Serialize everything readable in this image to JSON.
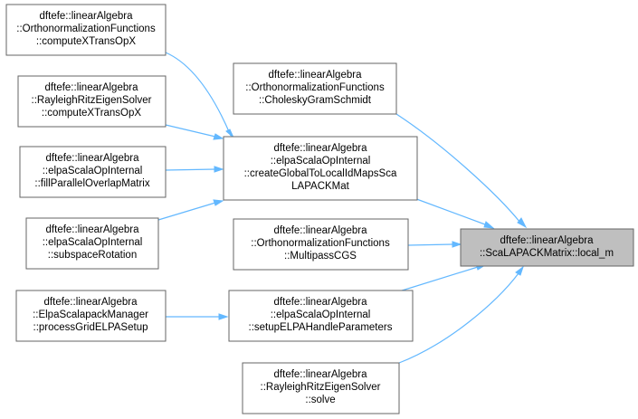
{
  "nodes": {
    "local_m": [
      "dftefe::linearAlgebra",
      "::ScaLAPACKMatrix::local_m"
    ],
    "ortho_computeXTransOpX": [
      "dftefe::linearAlgebra",
      "::OrthonormalizationFunctions",
      "::computeXTransOpX"
    ],
    "rr_computeXTransOpX": [
      "dftefe::linearAlgebra",
      "::RayleighRitzEigenSolver",
      "::computeXTransOpX"
    ],
    "fillParallelOverlapMatrix": [
      "dftefe::linearAlgebra",
      "::elpaScalaOpInternal",
      "::fillParallelOverlapMatrix"
    ],
    "subspaceRotation": [
      "dftefe::linearAlgebra",
      "::elpaScalaOpInternal",
      "::subspaceRotation"
    ],
    "processGridELPASetup": [
      "dftefe::linearAlgebra",
      "::ElpaScalapackManager",
      "::processGridELPASetup"
    ],
    "choleskyGramSchmidt": [
      "dftefe::linearAlgebra",
      "::OrthonormalizationFunctions",
      "::CholeskyGramSchmidt"
    ],
    "createGlobalToLocalIdMaps": [
      "dftefe::linearAlgebra",
      "::elpaScalaOpInternal",
      "::createGlobalToLocalIdMapsSca",
      "LAPACKMat"
    ],
    "multipassCGS": [
      "dftefe::linearAlgebra",
      "::OrthonormalizationFunctions",
      "::MultipassCGS"
    ],
    "setupELPAHandleParameters": [
      "dftefe::linearAlgebra",
      "::elpaScalaOpInternal",
      "::setupELPAHandleParameters"
    ],
    "rr_solve": [
      "dftefe::linearAlgebra",
      "::RayleighRitzEigenSolver",
      "::solve"
    ]
  }
}
